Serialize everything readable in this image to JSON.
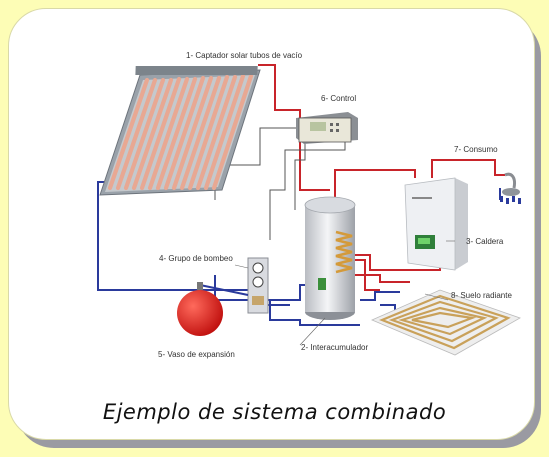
{
  "labels": {
    "collector": "1- Captador solar tubos de vacío",
    "control": "6- Control",
    "consumption": "7- Consumo",
    "pump_group": "4- Grupo de bombeo",
    "boiler": "3- Caldera",
    "floor_heating": "8- Suelo radiante",
    "expansion": "5- Vaso de expansión",
    "tank": "2- Interacumulador"
  },
  "caption": "Ejemplo de sistema combinado",
  "colors": {
    "background": "#fdfdb6",
    "hot_pipe": "#c8242a",
    "cold_pipe": "#2a3a9c",
    "expansion_vessel": "#e0141a",
    "floor_coil": "#c9a15a"
  }
}
